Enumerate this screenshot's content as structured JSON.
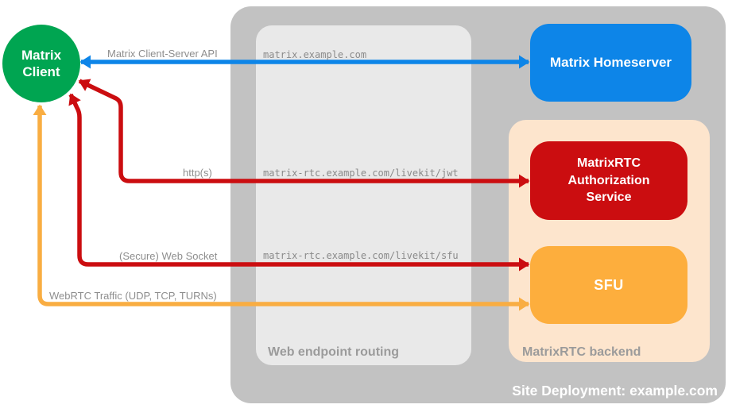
{
  "colors": {
    "green": "#00a551",
    "blue": "#0d85e8",
    "red": "#cb0d10",
    "sfu_orange": "#fdae3d",
    "arrow_orange": "#f9ad42",
    "gray_container": "#c2c2c2",
    "gray_light": "#e9e9e9",
    "peach": "#fde5cd",
    "label_gray": "#8e8e8e",
    "mono_gray": "#8a8a8a",
    "zone_gray": "#9b9b9b"
  },
  "client": {
    "line1": "Matrix",
    "line2": "Client"
  },
  "homeserver": {
    "label": "Matrix Homeserver"
  },
  "auth_service": {
    "label": "MatrixRTC Authorization Service"
  },
  "sfu": {
    "label": "SFU"
  },
  "containers": {
    "site_deployment": "Site Deployment: example.com",
    "web_endpoint_routing": "Web endpoint routing",
    "matrixrtc_backend": "MatrixRTC backend"
  },
  "connections": [
    {
      "label": "Matrix Client-Server API",
      "endpoint": "matrix.example.com"
    },
    {
      "label": "http(s)",
      "endpoint": "matrix-rtc.example.com/livekit/jwt"
    },
    {
      "label": "(Secure) Web Socket",
      "endpoint": "matrix-rtc.example.com/livekit/sfu"
    },
    {
      "label": "WebRTC Traffic (UDP, TCP, TURNs)",
      "endpoint": ""
    }
  ]
}
